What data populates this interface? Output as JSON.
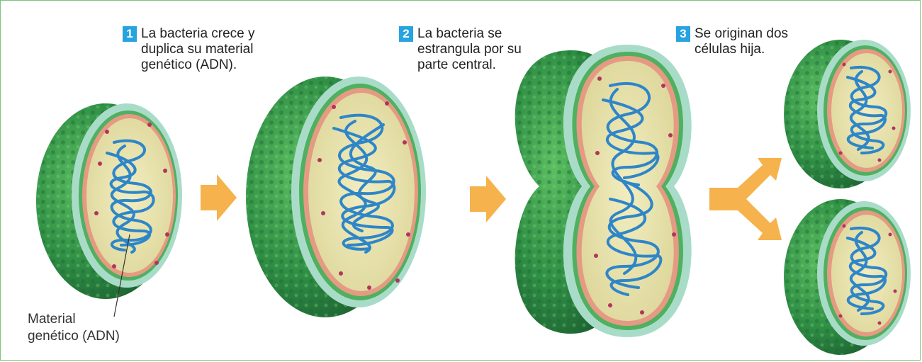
{
  "steps": [
    {
      "number": "1",
      "text": "La bacteria crece y\nduplica su material\ngenético (ADN)."
    },
    {
      "number": "2",
      "text": "La bacteria se\nestrangula por su\nparte central."
    },
    {
      "number": "3",
      "text": "Se originan dos\ncélulas hija."
    }
  ],
  "callout": {
    "text": "Material\ngenético (ADN)"
  },
  "colors": {
    "badge": "#27a3e0",
    "frame": "#7cc47a",
    "cell_wall_outer": "#3f9c4e",
    "cell_wall_pale": "#a9dcc8",
    "membrane": "#e59a83",
    "cytoplasm": "#ece7ad",
    "dna": "#2e86c8",
    "ribosome": "#b0355e",
    "arrow": "#f6b24c"
  },
  "icons": [
    "right-arrow-icon",
    "fork-arrow-icon"
  ]
}
